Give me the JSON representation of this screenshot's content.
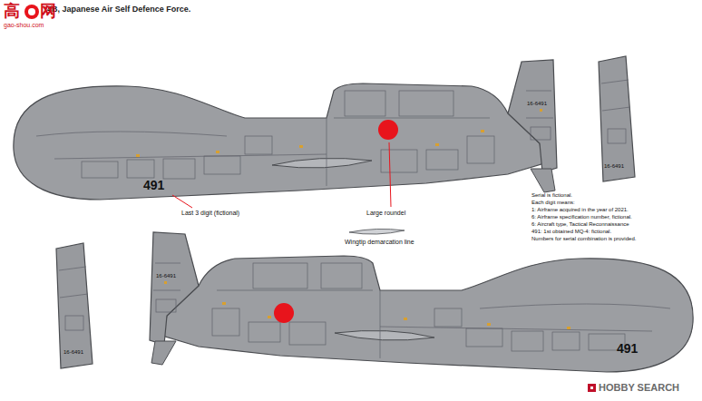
{
  "diagram": {
    "title": "4B, Japanese Air Self Defence Force.",
    "labels": [
      "高",
      "网",
      "gao-shou.com",
      "491",
      "16-6491",
      "16-6491",
      "Last 3 digit (fictional)",
      "Large roundel",
      "Wingtip demarcation line",
      "Serial is fictional.",
      "Each digit means:",
      "1: Airframe acquired in the year of 2021.",
      "6: Airframe specification number, fictional.",
      "6: Aircraft type, Tactical Reconnaissance",
      "491: 1st obtained MQ-4: fictional.",
      "Numbers for serial combination is provided.",
      "16-6491",
      "16-6491",
      "491",
      "HOBBY SEARCH"
    ]
  }
}
